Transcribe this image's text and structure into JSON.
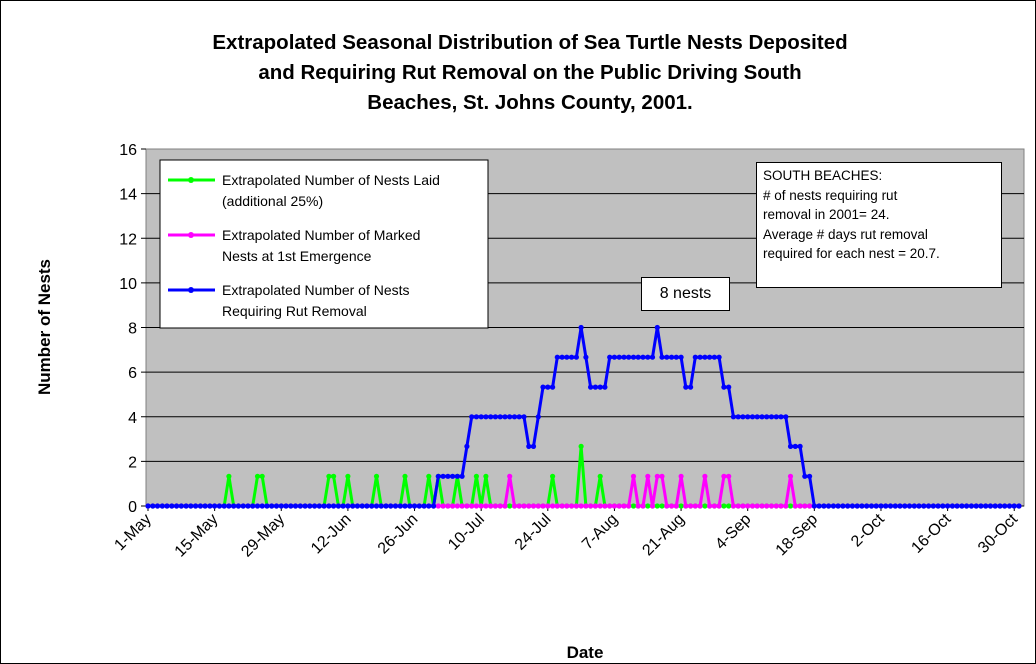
{
  "chart_data": {
    "type": "line",
    "title": "Extrapolated Seasonal Distribution of Sea Turtle Nests Deposited\nand Requiring Rut Removal on the Public Driving South\nBeaches, St. Johns County, 2001.",
    "xlabel": "Date",
    "ylabel": "Number of Nests",
    "ylim": [
      0,
      16
    ],
    "yticks": [
      0,
      2,
      4,
      6,
      8,
      10,
      12,
      14,
      16
    ],
    "grid": true,
    "legend_placement": "top-left",
    "x_tick_labels": [
      "1-May",
      "15-May",
      "29-May",
      "12-Jun",
      "26-Jun",
      "10-Jul",
      "24-Jul",
      "7-Aug",
      "21-Aug",
      "4-Sep",
      "18-Sep",
      "2-Oct",
      "16-Oct",
      "30-Oct"
    ],
    "x_start_date": "1-May",
    "x_days": 183,
    "series": [
      {
        "name": "Extrapolated Number of Nests Laid (additional 25%)",
        "color": "#00ff00",
        "points": [
          [
            0,
            0
          ],
          [
            16,
            0
          ],
          [
            17,
            1.33
          ],
          [
            18,
            0
          ],
          [
            22,
            0
          ],
          [
            23,
            1.33
          ],
          [
            24,
            1.33
          ],
          [
            25,
            0
          ],
          [
            37,
            0
          ],
          [
            38,
            1.33
          ],
          [
            39,
            1.33
          ],
          [
            40,
            0
          ],
          [
            41,
            0
          ],
          [
            42,
            1.33
          ],
          [
            43,
            0
          ],
          [
            47,
            0
          ],
          [
            48,
            1.33
          ],
          [
            49,
            0
          ],
          [
            53,
            0
          ],
          [
            54,
            1.33
          ],
          [
            55,
            0
          ],
          [
            58,
            0
          ],
          [
            59,
            1.33
          ],
          [
            60,
            0
          ],
          [
            61,
            1.33
          ],
          [
            62,
            0
          ],
          [
            64,
            0
          ],
          [
            65,
            1.33
          ],
          [
            66,
            0
          ],
          [
            68,
            0
          ],
          [
            69,
            1.33
          ],
          [
            70,
            0
          ],
          [
            71,
            1.33
          ],
          [
            72,
            0
          ],
          [
            84,
            0
          ],
          [
            85,
            1.33
          ],
          [
            86,
            0
          ],
          [
            90,
            0
          ],
          [
            91,
            2.67
          ],
          [
            92,
            0
          ],
          [
            94,
            0
          ],
          [
            95,
            1.33
          ],
          [
            96,
            0
          ],
          [
            183,
            0
          ]
        ]
      },
      {
        "name": "Extrapolated Number of Marked Nests at 1st Emergence",
        "color": "#ff00ff",
        "points": [
          [
            0,
            0
          ],
          [
            75,
            0
          ],
          [
            76,
            1.33
          ],
          [
            77,
            0
          ],
          [
            101,
            0
          ],
          [
            102,
            1.33
          ],
          [
            103,
            0
          ],
          [
            104,
            0
          ],
          [
            105,
            1.33
          ],
          [
            106,
            0
          ],
          [
            107,
            1.33
          ],
          [
            108,
            1.33
          ],
          [
            109,
            0
          ],
          [
            111,
            0
          ],
          [
            112,
            1.33
          ],
          [
            113,
            0
          ],
          [
            116,
            0
          ],
          [
            117,
            1.33
          ],
          [
            118,
            0
          ],
          [
            120,
            0
          ],
          [
            121,
            1.33
          ],
          [
            122,
            1.33
          ],
          [
            123,
            0
          ],
          [
            134,
            0
          ],
          [
            135,
            1.33
          ],
          [
            136,
            0
          ],
          [
            183,
            0
          ]
        ]
      },
      {
        "name": "Extrapolated Number of Nests Requiring Rut Removal",
        "color": "#0000ff",
        "points": [
          [
            0,
            0
          ],
          [
            60,
            0
          ],
          [
            61,
            1.33
          ],
          [
            66,
            1.33
          ],
          [
            67,
            2.67
          ],
          [
            68,
            4
          ],
          [
            79,
            4
          ],
          [
            80,
            2.67
          ],
          [
            81,
            2.67
          ],
          [
            82,
            4
          ],
          [
            83,
            5.33
          ],
          [
            85,
            5.33
          ],
          [
            86,
            6.67
          ],
          [
            90,
            6.67
          ],
          [
            91,
            8
          ],
          [
            92,
            6.67
          ],
          [
            93,
            5.33
          ],
          [
            96,
            5.33
          ],
          [
            97,
            6.67
          ],
          [
            106,
            6.67
          ],
          [
            107,
            8
          ],
          [
            108,
            6.67
          ],
          [
            112,
            6.67
          ],
          [
            113,
            5.33
          ],
          [
            114,
            5.33
          ],
          [
            115,
            6.67
          ],
          [
            120,
            6.67
          ],
          [
            121,
            5.33
          ],
          [
            122,
            5.33
          ],
          [
            123,
            4
          ],
          [
            134,
            4
          ],
          [
            135,
            2.67
          ],
          [
            137,
            2.67
          ],
          [
            138,
            1.33
          ],
          [
            139,
            1.33
          ],
          [
            140,
            0
          ],
          [
            183,
            0
          ]
        ]
      }
    ],
    "annotations": {
      "callout": "8 nests",
      "info_lines": [
        "SOUTH BEACHES:",
        "# of nests requiring rut",
        "removal in 2001= 24.",
        "Average # days rut removal",
        "required for each nest = 20.7."
      ]
    }
  }
}
